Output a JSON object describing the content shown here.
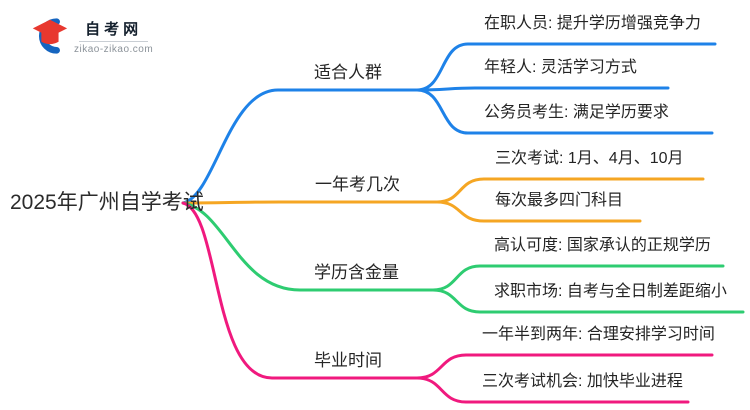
{
  "logo": {
    "site_name": "自考网",
    "site_url": "zikao-zikao.com",
    "brand_blue": "#1565C0",
    "brand_red": "#E8382F"
  },
  "root": {
    "label": "2025年广州自学考试"
  },
  "branches": [
    {
      "label": "适合人群",
      "color": "#1E82E8",
      "children": [
        "在职人员: 提升学历增强竞争力",
        "年轻人: 灵活学习方式",
        "公务员考生: 满足学历要求"
      ]
    },
    {
      "label": "一年考几次",
      "color": "#F5A623",
      "children": [
        "三次考试: 1月、4月、10月",
        "每次最多四门科目"
      ]
    },
    {
      "label": "学历含金量",
      "color": "#2ECC71",
      "children": [
        "高认可度: 国家承认的正规学历",
        "求职市场: 自考与全日制差距缩小"
      ]
    },
    {
      "label": "毕业时间",
      "color": "#F0197E",
      "children": [
        "一年半到两年: 合理安排学习时间",
        "三次考试机会: 加快毕业进程"
      ]
    }
  ]
}
